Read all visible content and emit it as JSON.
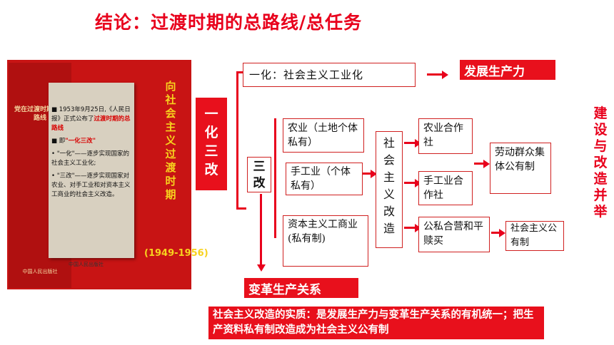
{
  "title": "结论：过渡时期的总路线/总任务",
  "book": {
    "cover_title": "党在过渡时期的总路线",
    "cover_foot": "中国人民出版社",
    "items": [
      {
        "text": "1953年9月25日,《人民日报》正式公布了",
        "highlight": "过渡时期的总路线"
      },
      {
        "text": "即",
        "highlight": "\"一化三改\""
      },
      {
        "text": "\"一化\"——逐步实现国家的社会主义工业化;",
        "highlight": ""
      },
      {
        "text": "\"三改\"——逐步实现国家对农业、对手工业和对资本主义工商业的社会主义改造。",
        "highlight": ""
      }
    ],
    "foot": "中国人民出版社",
    "vertical": "向社会主义过渡时期",
    "years": "(1949-1956)"
  },
  "diagram": {
    "yihua_sangai": "一化三改",
    "yihua": "一化：社会主义工业化",
    "develop": "发展生产力",
    "sangai": "三改",
    "agri": "农业（土地个体私有）",
    "handicraft": "手工业（个体私有）",
    "capital": "资本主义工商业(私有制)",
    "transform": "社会主义改造",
    "agri_coop": "农业合作社",
    "hand_coop": "手工业合作社",
    "joint": "公私合营和平赎买",
    "collective": "劳动群众集体公有制",
    "public": "社会主义公有制",
    "relations": "变革生产关系",
    "side": "建设与改造并举",
    "summary": "社会主义改造的实质：是发展生产力与变革生产关系的有机统一；把生产资料私有制改造成为社会主义公有制"
  },
  "colors": {
    "accent": "#e8001c",
    "gold": "#f7d21e"
  }
}
